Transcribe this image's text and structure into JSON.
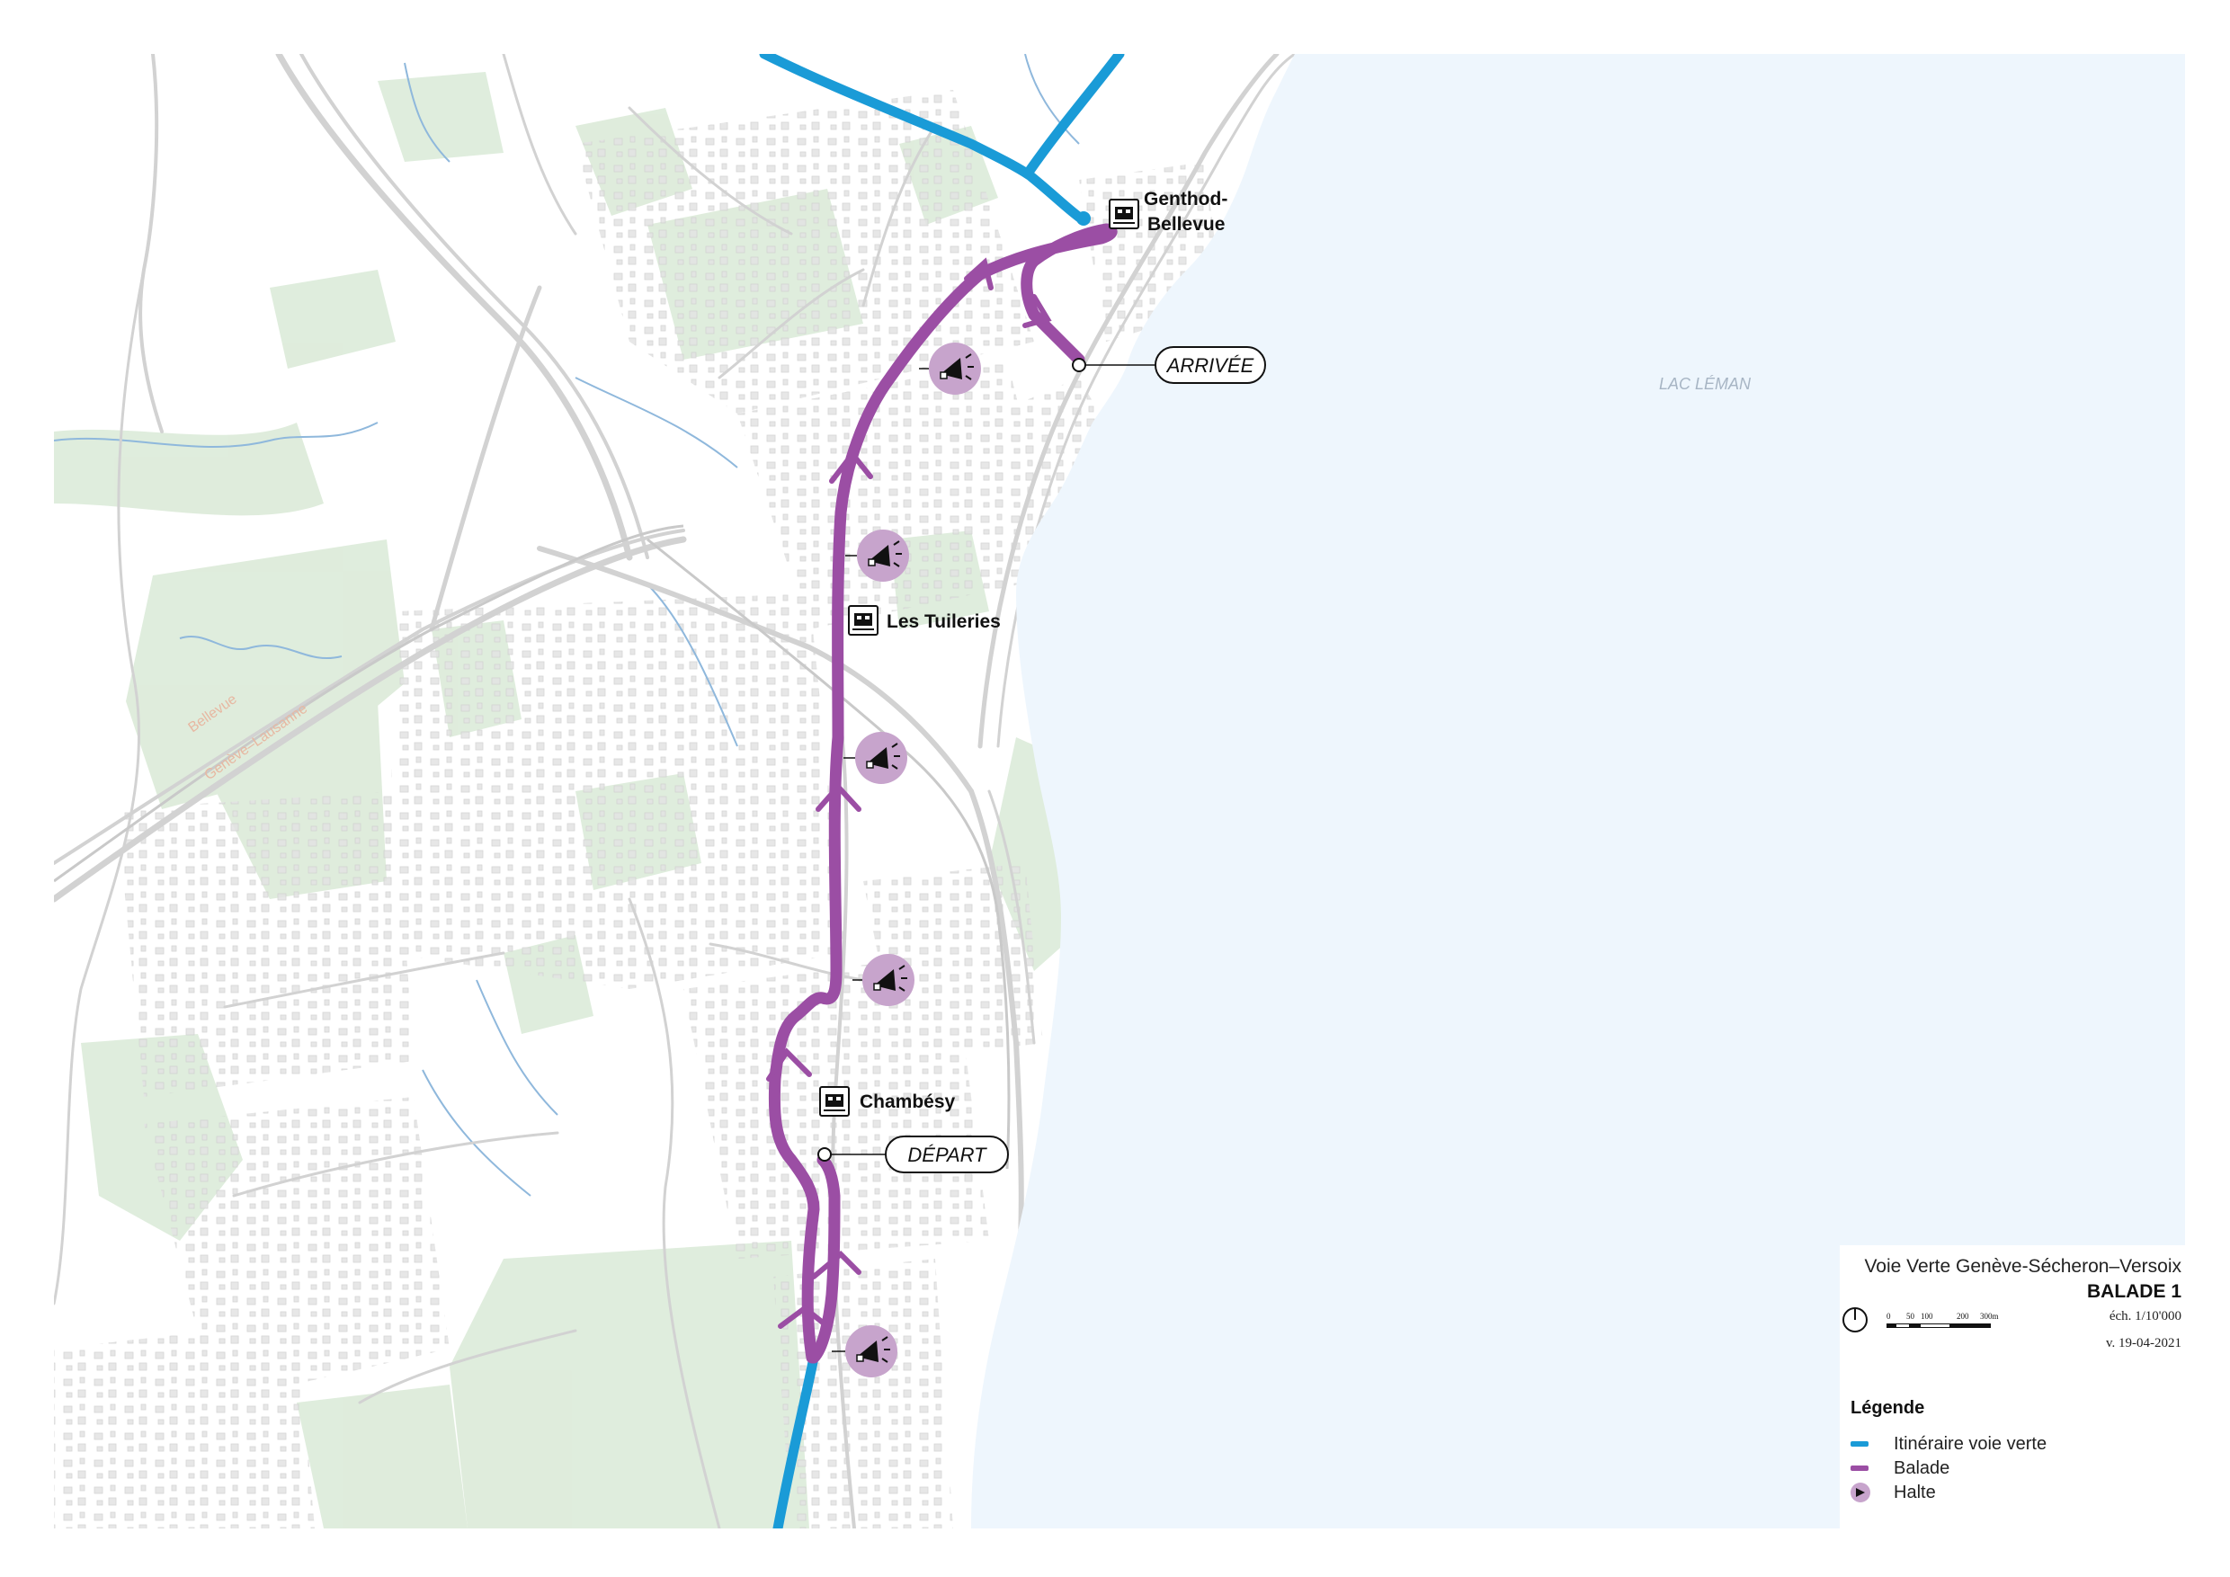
{
  "map": {
    "lake_label": "LAC LÉMAN",
    "stations": [
      {
        "line1": "Genthod-",
        "line2": "Bellevue"
      },
      {
        "line1": "Les Tuileries",
        "line2": ""
      },
      {
        "line1": "Chambésy",
        "line2": ""
      }
    ],
    "callouts": {
      "arrivee": "ARRIVÉE",
      "depart": "DÉPART"
    },
    "rail_labels": [
      "Bellevue",
      "Genève–Lausanne"
    ],
    "halte_count": 5
  },
  "info": {
    "title": "Voie Verte Genève-Sécheron–Versoix",
    "subtitle": "BALADE 1",
    "scale_text": "éch. 1/10'000",
    "date": "v. 19-04-2021",
    "scale_ticks": [
      "0",
      "50",
      "100",
      "200",
      "300m"
    ]
  },
  "legend": {
    "title": "Légende",
    "items": [
      {
        "label": "Itinéraire voie verte",
        "color": "#1a9bd7",
        "symbol": "line"
      },
      {
        "label": "Balade",
        "color": "#9b4ea4",
        "symbol": "line"
      },
      {
        "label": "Halte",
        "color": "#c7a4cc",
        "symbol": "halte-icon"
      }
    ]
  },
  "colors": {
    "lake": "#eef6fd",
    "green": "#dcebd9",
    "road": "#d4d4d4",
    "building": "#e9e9e9",
    "voie_verte": "#1a9bd7",
    "balade": "#9b4ea4",
    "halte": "#c7a4cc"
  }
}
